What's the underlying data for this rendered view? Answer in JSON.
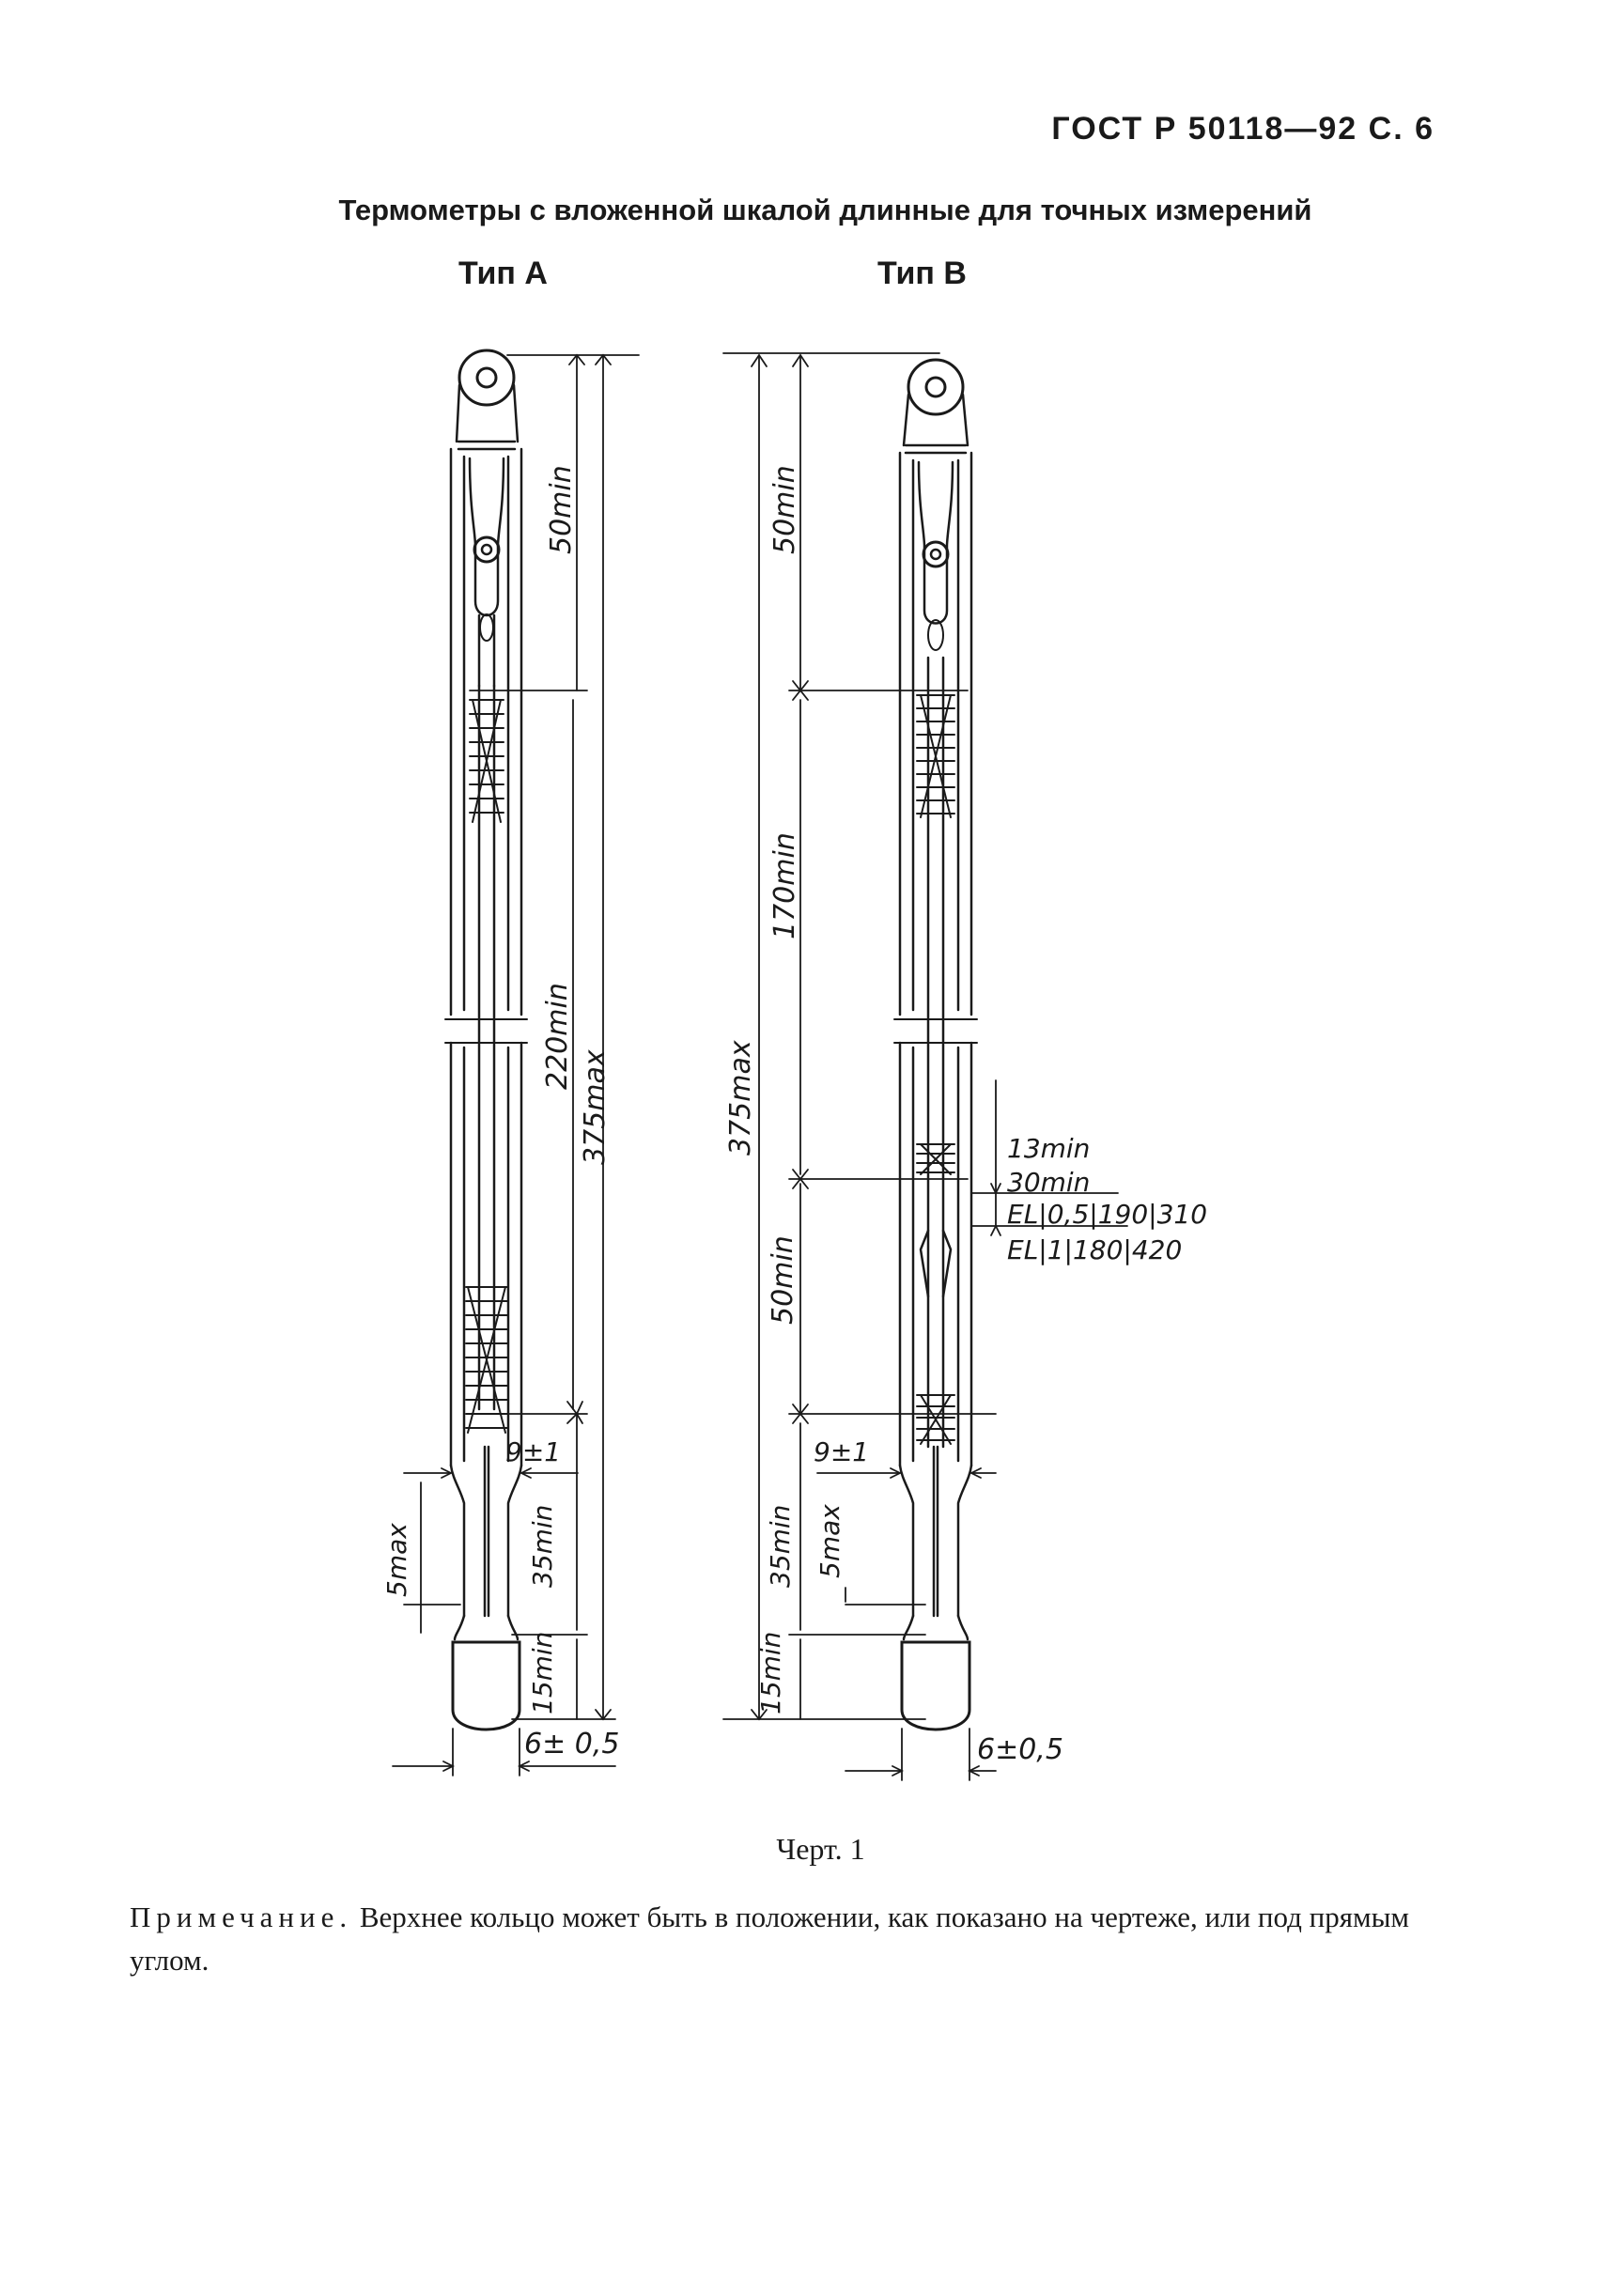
{
  "header": {
    "page_ref": "ГОСТ Р 50118—92 С. 6"
  },
  "figure": {
    "title": "Термометры с вложенной шкалой длинные для точных измерений",
    "type_a_label": "Тип А",
    "type_b_label": "Тип В",
    "type_a_dims": {
      "d_50min": "50min",
      "d_220min": "220min",
      "d_375max": "375max",
      "d_9": "9±1",
      "d_35min": "35min",
      "d_15min": "15min",
      "d_5max": "5max",
      "d_6": "6± 0,5"
    },
    "type_b_dims": {
      "d_50min_top": "50min",
      "d_170min": "170min",
      "d_375max": "375max",
      "d_13min": "13min",
      "d_30min": "30min",
      "el_row_1": "EL|0,5|190|310",
      "el_row_2": "EL|1|180|420",
      "d_50min_mid": "50min",
      "d_9": "9±1",
      "d_35min": "35min",
      "d_5max": "5max",
      "d_15min": "15min",
      "d_6": "6±0,5"
    },
    "caption": "Черт. 1"
  },
  "note": {
    "lead": "Примечание.",
    "text": " Верхнее кольцо может быть в положении, как показано на чертеже, или под прямым углом."
  }
}
